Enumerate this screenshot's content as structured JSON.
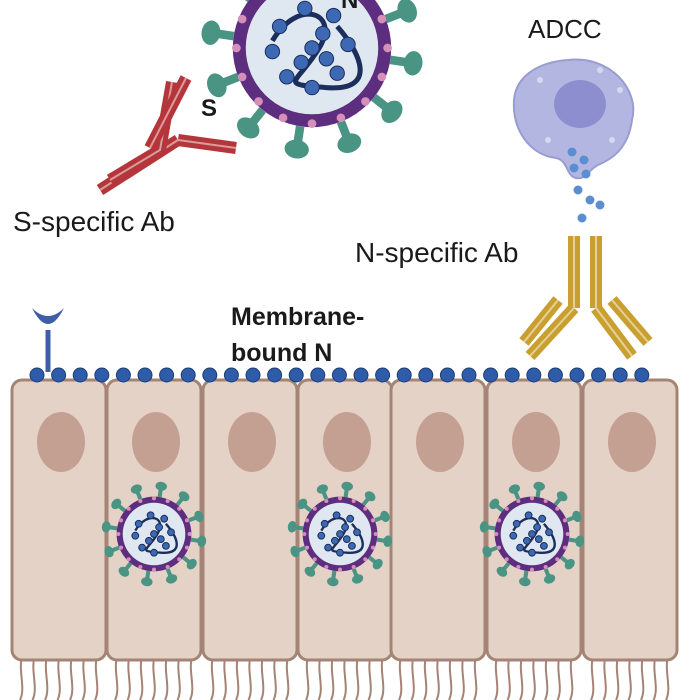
{
  "labels": {
    "n_virus": "N",
    "s_protein": "S",
    "adcc": "ADCC",
    "s_ab": "S-specific Ab",
    "n_ab": "N-specific Ab",
    "membrane_line1": "Membrane-",
    "membrane_line2": "bound N"
  },
  "colors": {
    "background": "#ffffff",
    "cell_fill": "#e5d2c7",
    "cell_stroke": "#a48474",
    "nucleus": "#c4a093",
    "membrane_n": "#2f5ca8",
    "virus_envelope": "#5d2d7f",
    "virus_spike": "#4a9484",
    "virus_interior": "#dfe8f0",
    "rna": "#1c2e5c",
    "s_antibody": "#b5363a",
    "n_antibody": "#c9a030",
    "nk_cell": "#b4b6e2",
    "nk_nucleus": "#8c8ed0",
    "receptor": "#3e5fa8"
  },
  "icons": [
    "virus-icon",
    "antibody-icon",
    "nk-cell-icon",
    "receptor-icon",
    "epithelial-cell-icon"
  ]
}
